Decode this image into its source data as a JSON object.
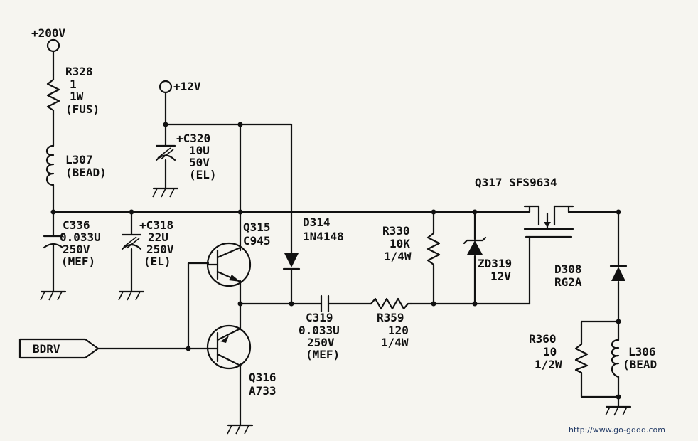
{
  "labels": {
    "v200": "+200V",
    "v12": "+12V",
    "r328_ref": "R328",
    "r328_val": "1",
    "r328_pow": "1W",
    "r328_type": "(FUS)",
    "l307_ref": "L307",
    "l307_type": "(BEAD)",
    "c320_ref": "+C320",
    "c320_val": "10U",
    "c320_volt": "50V",
    "c320_type": "(EL)",
    "c336_ref": "C336",
    "c336_val": "0.033U",
    "c336_volt": "250V",
    "c336_type": "(MEF)",
    "c318_ref": "+C318",
    "c318_val": "22U",
    "c318_volt": "250V",
    "c318_type": "(EL)",
    "q315_ref": "Q315",
    "q315_part": "C945",
    "d314_ref": "D314",
    "d314_part": "1N4148",
    "r330_ref": "R330",
    "r330_val": "10K",
    "r330_pow": "1/4W",
    "zd319_ref": "ZD319",
    "zd319_volt": "12V",
    "q317": "Q317 SFS9634",
    "d308_ref": "D308",
    "d308_part": "RG2A",
    "c319_ref": "C319",
    "c319_val": "0.033U",
    "c319_volt": "250V",
    "c319_type": "(MEF)",
    "r359_ref": "R359",
    "r359_val": "120",
    "r359_pow": "1/4W",
    "bdrv": "BDRV",
    "q316_ref": "Q316",
    "q316_part": "A733",
    "r360_ref": "R360",
    "r360_val": "10",
    "r360_pow": "1/2W",
    "l306_ref": "L306",
    "l306_type": "(BEAD",
    "watermark": "http://www.go-gddq.com"
  },
  "colors": {
    "ink": "#111111",
    "paper": "#f6f5f0",
    "watermark": "#223a66"
  }
}
